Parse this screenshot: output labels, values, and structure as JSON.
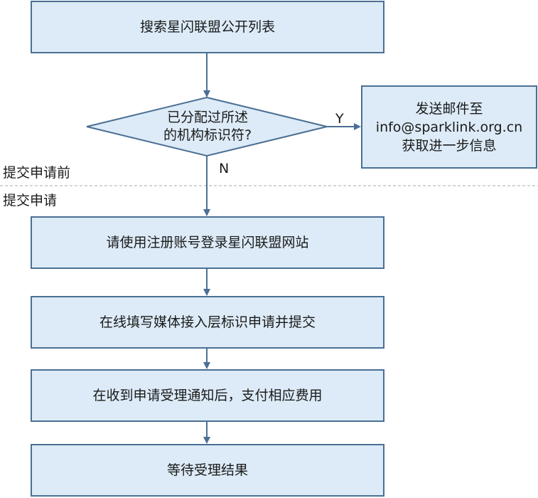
{
  "steps": {
    "search": "搜索星闪联盟公开列表",
    "login": "请使用注册账号登录星闪联盟网站",
    "fill": "在线填写媒体接入层标识申请并提交",
    "pay": "在收到申请受理通知后，支付相应费用",
    "wait": "等待受理结果"
  },
  "decision": {
    "line1": "已分配过所述",
    "line2": "的机构标识符?"
  },
  "branches": {
    "yes": "Y",
    "no": "N"
  },
  "email_box": {
    "line1": "发送邮件至",
    "line2": "info@sparklink.org.cn",
    "line3": "获取进一步信息"
  },
  "phases": {
    "before": "提交申请前",
    "submit": "提交申请"
  },
  "colors": {
    "box_fill": "#dcebf7",
    "box_border": "#4b6f94",
    "arrow": "#4b6f94",
    "divider": "#aaaaaa"
  }
}
